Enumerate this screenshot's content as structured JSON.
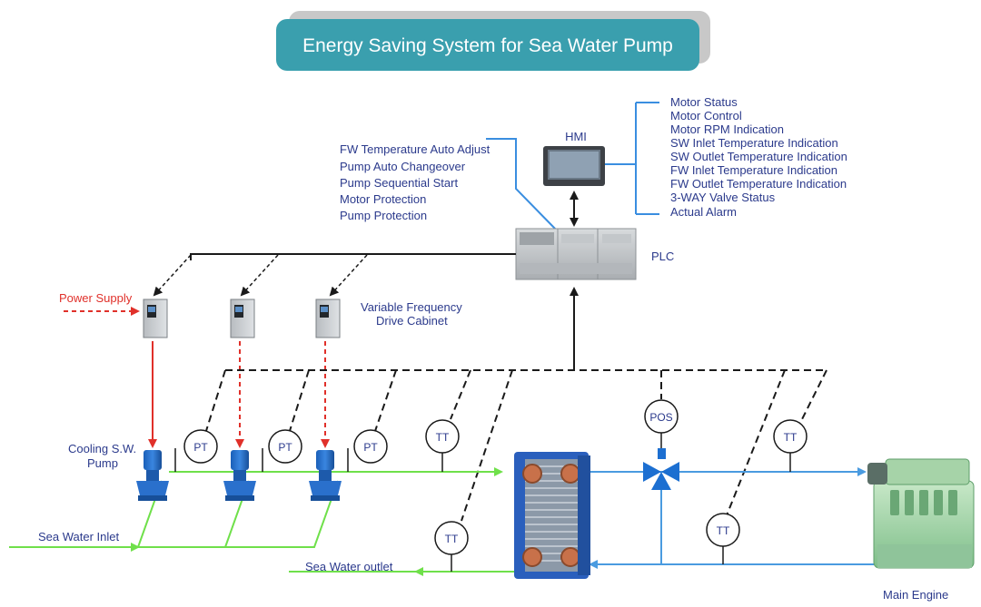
{
  "title": "Energy Saving System for Sea Water Pump",
  "hmi": {
    "label": "HMI"
  },
  "plc": {
    "label": "PLC"
  },
  "plc_functions": [
    "FW Temperature Auto Adjust",
    "Pump Auto Changeover",
    "Pump Sequential Start",
    "Motor Protection",
    "Pump Protection"
  ],
  "hmi_functions": [
    "Motor Status",
    "Motor Control",
    "Motor RPM Indication",
    "SW Inlet Temperature Indication",
    "SW Outlet Temperature Indication",
    "FW Inlet Temperature Indication",
    "FW Outlet Temperature Indication",
    "3-WAY Valve Status",
    "Actual Alarm"
  ],
  "power_supply": "Power Supply",
  "vfd_cabinet": [
    "Variable Frequency",
    "Drive Cabinet"
  ],
  "pump_label": [
    "Cooling S.W.",
    "Pump"
  ],
  "sea_water_inlet": "Sea Water Inlet",
  "sea_water_outlet": "Sea Water outlet",
  "main_engine": "Main Engine",
  "instruments": {
    "pt": "PT",
    "tt": "TT",
    "pos": "POS"
  },
  "colors": {
    "title_bg": "#3a9fae",
    "title_shadow": "#c8c8c8",
    "sea_water": "#6fe04a",
    "fresh_water": "#4a9be0",
    "power": "#e0302a",
    "signal": "#1a1a1a",
    "text": "#2b3a8c",
    "bracket": "#3a8ee0"
  }
}
